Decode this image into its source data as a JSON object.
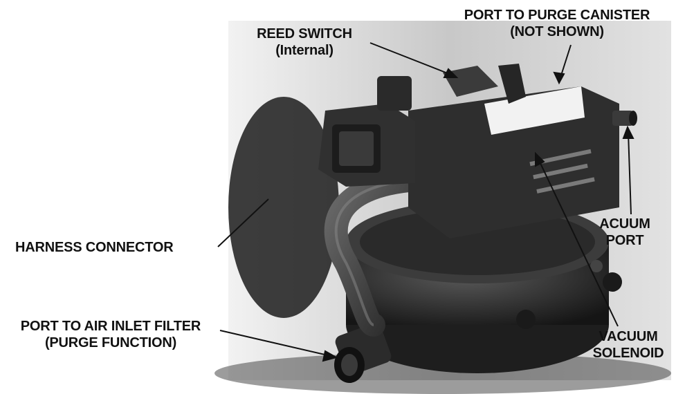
{
  "labels": {
    "reed_switch": {
      "line1": "REED SWITCH",
      "line2": "(Internal)"
    },
    "purge_canister": {
      "line1": "PORT TO PURGE CANISTER",
      "line2": "(NOT SHOWN)"
    },
    "vacuum_port": {
      "line1": "ACUUM",
      "line2": "PORT"
    },
    "harness_connector": {
      "line1": "HARNESS CONNECTOR"
    },
    "air_inlet": {
      "line1": "PORT TO AIR INLET FILTER",
      "line2": "(PURGE FUNCTION)"
    },
    "vacuum_solenoid": {
      "line1": "VACUUM",
      "line2": "SOLENOID"
    }
  },
  "colors": {
    "ink": "#111111",
    "background": "#ffffff"
  }
}
